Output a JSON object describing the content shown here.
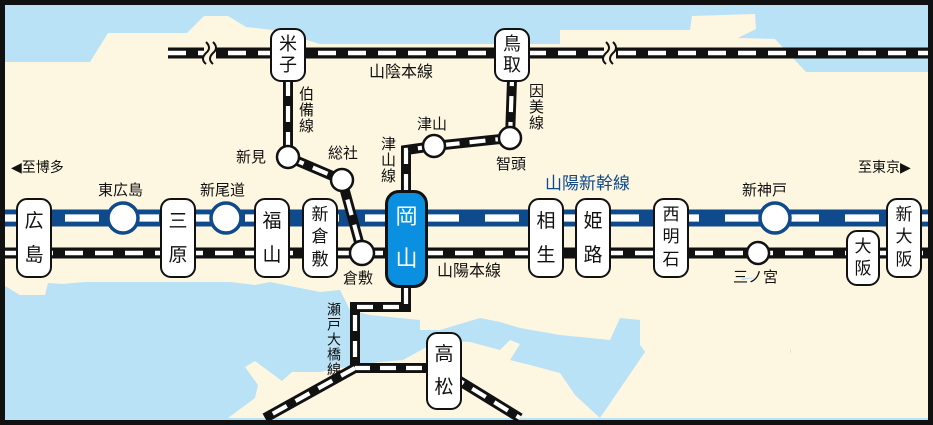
{
  "map": {
    "title": "岡山周辺路線図",
    "colors": {
      "sea": "#b9e2f7",
      "land": "#fdf6e1",
      "shinkansen": "#0f4a8c",
      "conventional": "#111111",
      "hub_station": "#0b8fe0",
      "frame": "#111111"
    },
    "directions": {
      "west": "◀至博多",
      "east": "至東京▶"
    },
    "lines": {
      "sanyo_shinkansen": "山陽新幹線",
      "sanyo_main": "山陽本線",
      "san_in_main": "山陰本線",
      "hakubi": "伯備線",
      "tsuyama": "津山線",
      "inbi": "因美線",
      "seto_ohashi": "瀬戸大橋線"
    },
    "boxed_stations": [
      {
        "id": "hiroshima",
        "chars": [
          "広",
          "島"
        ]
      },
      {
        "id": "mihara",
        "chars": [
          "三",
          "原"
        ]
      },
      {
        "id": "fukuyama",
        "chars": [
          "福",
          "山"
        ]
      },
      {
        "id": "shin-kurashiki",
        "chars": [
          "新",
          "倉",
          "敷"
        ]
      },
      {
        "id": "okayama",
        "chars": [
          "岡",
          "山"
        ],
        "hub": true
      },
      {
        "id": "aioi",
        "chars": [
          "相",
          "生"
        ]
      },
      {
        "id": "himeji",
        "chars": [
          "姫",
          "路"
        ]
      },
      {
        "id": "nishi-akashi",
        "chars": [
          "西",
          "明",
          "石"
        ]
      },
      {
        "id": "osaka",
        "chars": [
          "大",
          "阪"
        ]
      },
      {
        "id": "shin-osaka",
        "chars": [
          "新",
          "大",
          "阪"
        ]
      },
      {
        "id": "yonago",
        "chars": [
          "米",
          "子"
        ]
      },
      {
        "id": "tottori",
        "chars": [
          "鳥",
          "取"
        ]
      },
      {
        "id": "takamatsu",
        "chars": [
          "高",
          "松"
        ]
      }
    ],
    "circle_stations": [
      {
        "id": "higashi-hiroshima",
        "label": "東広島",
        "line": "shinkansen"
      },
      {
        "id": "shin-onomichi",
        "label": "新尾道",
        "line": "shinkansen"
      },
      {
        "id": "shin-kobe",
        "label": "新神戸",
        "line": "shinkansen"
      },
      {
        "id": "sannomiya",
        "label": "三ノ宮",
        "line": "conventional"
      },
      {
        "id": "kurashiki",
        "label": "倉敷",
        "line": "conventional"
      },
      {
        "id": "niimi",
        "label": "新見",
        "line": "conventional"
      },
      {
        "id": "soja",
        "label": "総社",
        "line": "conventional"
      },
      {
        "id": "tsuyama",
        "label": "津山",
        "line": "conventional"
      },
      {
        "id": "chizu",
        "label": "智頭",
        "line": "conventional"
      }
    ]
  }
}
